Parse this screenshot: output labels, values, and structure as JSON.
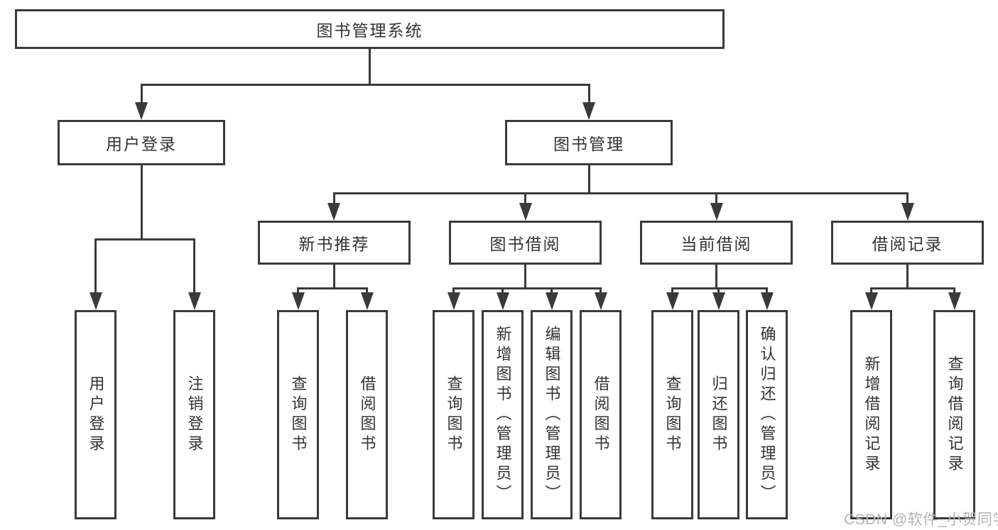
{
  "tree": {
    "root": {
      "label": "图书管理系统"
    },
    "branches": [
      {
        "label": "用户登录",
        "children": [
          {
            "label": "用户登录"
          },
          {
            "label": "注销登录"
          }
        ]
      },
      {
        "label": "图书管理",
        "sections": [
          {
            "label": "新书推荐",
            "children": [
              {
                "label": "查询图书"
              },
              {
                "label": "借阅图书"
              }
            ]
          },
          {
            "label": "图书借阅",
            "children": [
              {
                "label": "查询图书"
              },
              {
                "label": "新增图书（管理员）"
              },
              {
                "label": "编辑图书（管理员）"
              },
              {
                "label": "借阅图书"
              }
            ]
          },
          {
            "label": "当前借阅",
            "children": [
              {
                "label": "查询图书"
              },
              {
                "label": "归还图书"
              },
              {
                "label": "确认归还（管理员）"
              }
            ]
          },
          {
            "label": "借阅记录",
            "children": [
              {
                "label": "新增借阅记录"
              },
              {
                "label": "查询借阅记录"
              }
            ]
          }
        ]
      }
    ]
  },
  "watermark": "CSDN @软件_小贺同学",
  "colors": {
    "line": "#3a3a3c",
    "text": "#333333",
    "watermark": "#b3b3b3",
    "background": "#ffffff"
  }
}
